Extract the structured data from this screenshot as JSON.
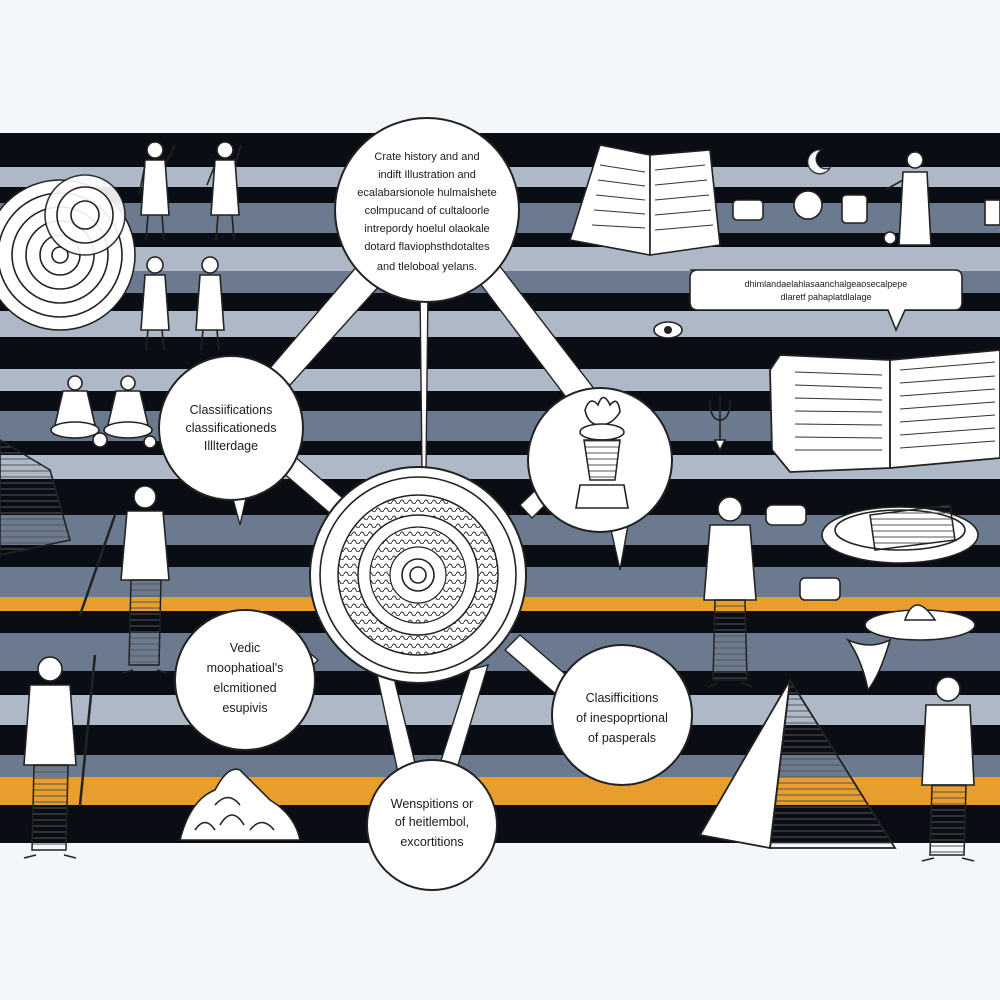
{
  "diagram": {
    "top_node": {
      "lines": [
        "Crate history and and",
        "indift Illustration and",
        "ecalabarsionole hulmalshete",
        "colmpucand of cultaloorle",
        "intrepordy hoelul olaokale",
        "dotard flaviophsthdotaltes",
        "and tleloboal yelans."
      ]
    },
    "left_node": {
      "lines": [
        "Classiifications",
        "classificationeds",
        "Illlterdage"
      ]
    },
    "right_node": {
      "icon": "flame-vessel-icon"
    },
    "center_node": {
      "icon": "calendar-wheel-icon"
    },
    "lower_left_node": {
      "lines": [
        "Vedic",
        "moophatioal's",
        "elcmitioned",
        "esupivis"
      ]
    },
    "lower_right_node": {
      "lines": [
        "Clasifficitions",
        "of inespoprtional",
        "of pasperals"
      ]
    },
    "bottom_node": {
      "lines": [
        "Wenspitions or",
        "of heitlembol,",
        "excortitions"
      ]
    },
    "speech_bubble": {
      "lines": [
        "dhimlandaelahlasaanchalgeaosecalpepe",
        "dlaretf pahaplatdlalage"
      ]
    }
  },
  "colors": {
    "band_dark": "#0a0d14",
    "band_slate": "#6b7a8f",
    "band_light": "#aeb8c6",
    "band_orange": "#e79e2c",
    "background": "#f4f7f9",
    "node_fill": "#ffffff"
  }
}
